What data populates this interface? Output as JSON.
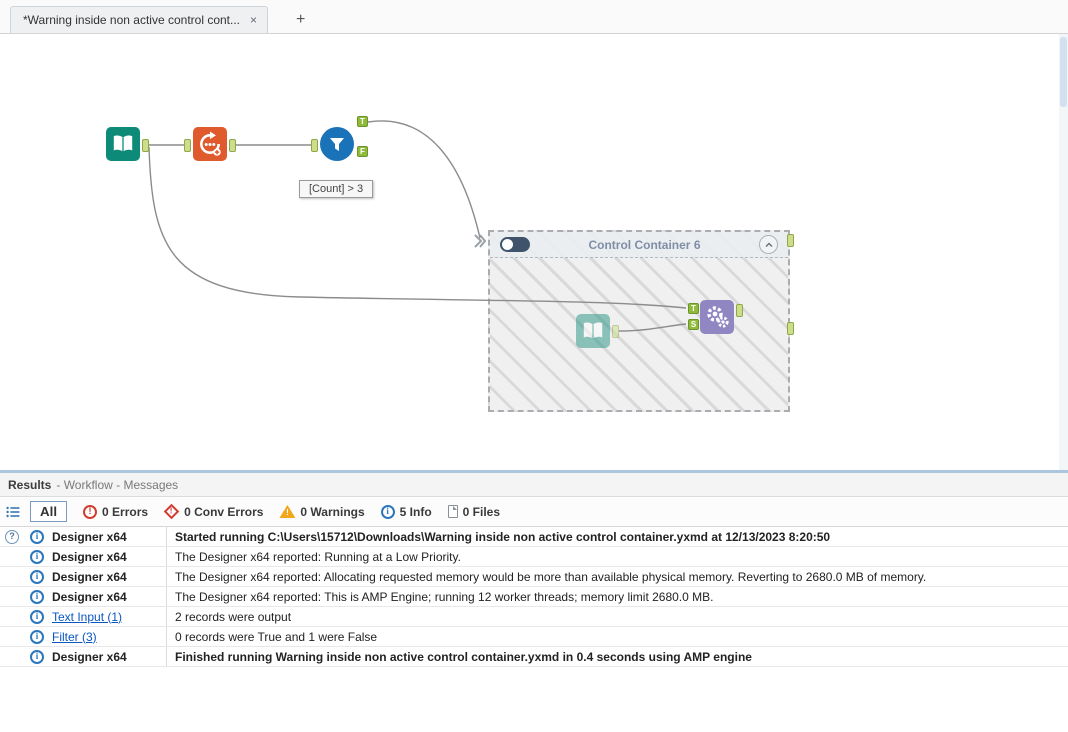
{
  "tabbar": {
    "active_tab": "*Warning inside non active control cont...",
    "close_glyph": "×",
    "new_tab_glyph": "+"
  },
  "canvas": {
    "annotation": "[Count] > 3",
    "container_title": "Control Container 6",
    "anchor_labels": {
      "t": "T",
      "f": "F",
      "s": "S"
    }
  },
  "results": {
    "title": "Results",
    "subtitle": "- Workflow - Messages",
    "toolbar": {
      "all": "All",
      "errors": "0 Errors",
      "conv_errors": "0 Conv Errors",
      "warnings": "0 Warnings",
      "info": "5 Info",
      "files": "0 Files"
    },
    "rows": [
      {
        "source": "Designer x64",
        "message": "Started running C:\\Users\\15712\\Downloads\\Warning inside non active control container.yxmd at 12/13/2023 8:20:50"
      },
      {
        "source": "Designer x64",
        "message": "The Designer x64 reported: Running at a Low Priority."
      },
      {
        "source": "Designer x64",
        "message": "The Designer x64 reported: Allocating requested memory would be more than available physical memory. Reverting to 2680.0 MB of memory."
      },
      {
        "source": "Designer x64",
        "message": "The Designer x64 reported: This is AMP Engine; running 12 worker threads; memory limit 2680.0 MB."
      },
      {
        "source": "Text Input (1)",
        "message": "2 records were output"
      },
      {
        "source": "Filter (3)",
        "message": "0 records were True and 1 were False"
      },
      {
        "source": "Designer x64",
        "message": "Finished running Warning inside non active control container.yxmd in 0.4 seconds using AMP engine"
      }
    ]
  },
  "icons": {
    "error_glyph": "!",
    "conv_glyph": "!",
    "warning_glyph": "!",
    "info_glyph": "i",
    "help_glyph": "?"
  },
  "colors": {
    "anchor_green": "#8fba3c",
    "tool_teal": "#0d8a78",
    "tool_orange": "#df5a2c",
    "tool_blue": "#1a72b8",
    "tool_purple": "#8f86c2",
    "error_red": "#d23b2f",
    "warning_yellow": "#f2a71b",
    "info_blue": "#2a77bd",
    "link_blue": "#0a57c2"
  }
}
